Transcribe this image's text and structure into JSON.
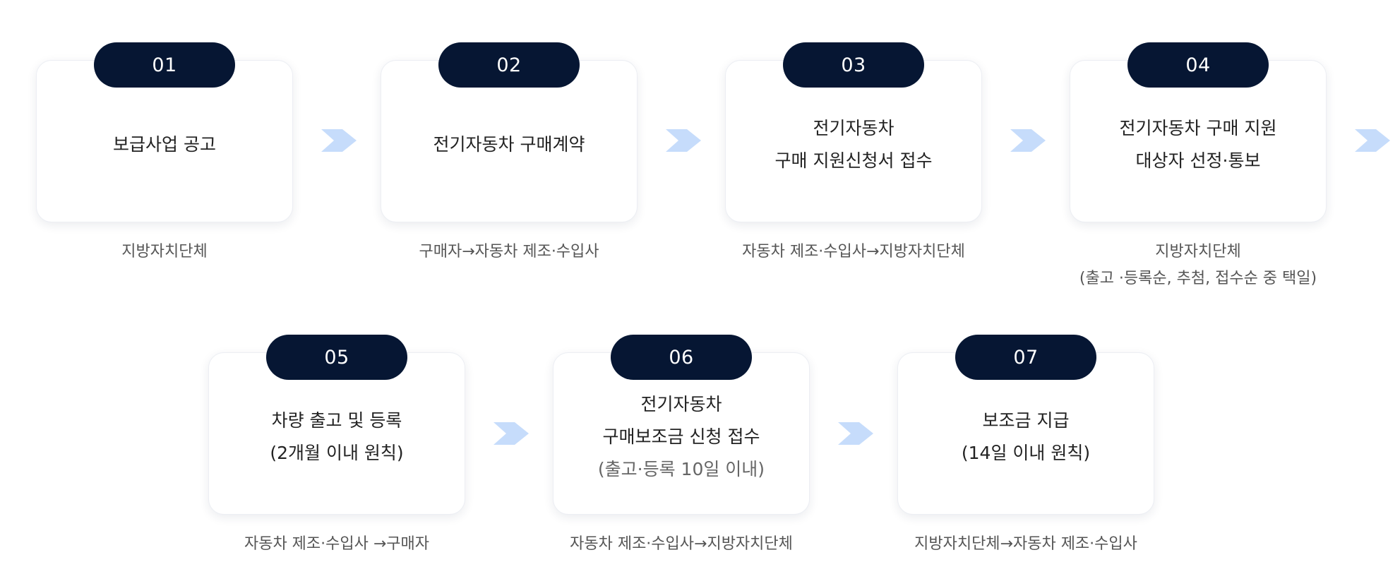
{
  "steps": [
    {
      "number": "01",
      "lines": [
        "보급사업 공고"
      ],
      "actor": [
        "지방자치단체"
      ]
    },
    {
      "number": "02",
      "lines": [
        "전기자동차 구매계약"
      ],
      "actor": [
        "구매자→자동차 제조·수입사"
      ]
    },
    {
      "number": "03",
      "lines": [
        "전기자동차",
        "구매 지원신청서 접수"
      ],
      "actor": [
        "자동차 제조·수입사→지방자치단체"
      ]
    },
    {
      "number": "04",
      "lines": [
        "전기자동차 구매 지원",
        "대상자 선정·통보"
      ],
      "actor": [
        "지방자치단체",
        "(출고 ·등록순, 추첨, 접수순 중 택일)"
      ]
    },
    {
      "number": "05",
      "lines": [
        "차량 출고 및 등록",
        "(2개월 이내 원칙)"
      ],
      "actor": [
        "자동차 제조·수입사 →구매자"
      ]
    },
    {
      "number": "06",
      "lines": [
        "전기자동차",
        "구매보조금 신청 접수"
      ],
      "sub_line": "(출고·등록 10일 이내)",
      "actor": [
        "자동차 제조·수입사→지방자치단체"
      ]
    },
    {
      "number": "07",
      "lines": [
        "보조금 지급",
        "(14일 이내 원칙)"
      ],
      "actor": [
        "지방자치단체→자동차 제조·수입사"
      ]
    }
  ],
  "colors": {
    "badge": "#061633",
    "arrow": "#c6dcfb",
    "title_text": "#222222",
    "actor_text": "#555555"
  },
  "icons": {
    "arrow": "chevron-arrow-right-icon"
  }
}
